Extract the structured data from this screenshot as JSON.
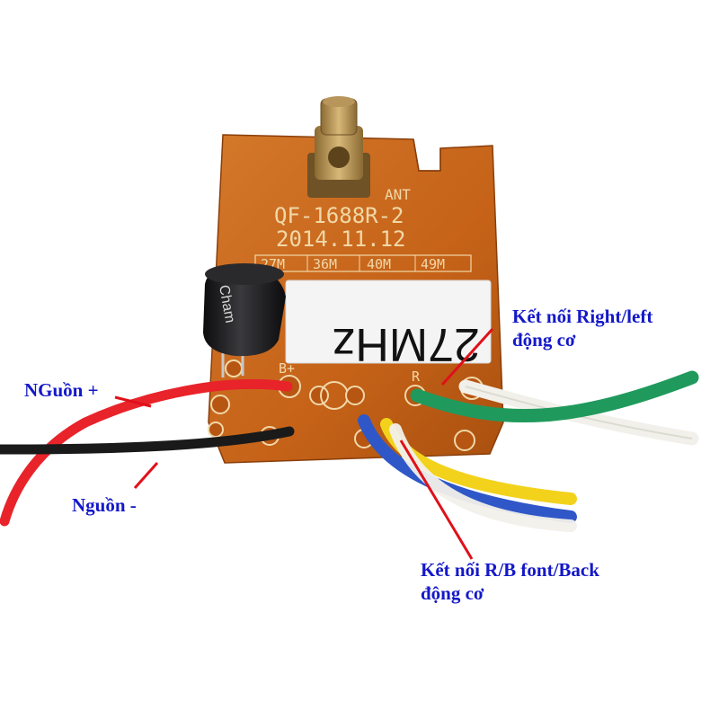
{
  "board": {
    "ant_label": "ANT",
    "model": "QF-1688R-2",
    "date": "2014.11.12",
    "freq_options": [
      "27M",
      "36M",
      "40M",
      "49M"
    ],
    "freq_sticker": "27MHz",
    "pad_b_plus": "B+",
    "pad_r": "R",
    "capacitor_brand": "Cham",
    "colors": {
      "pcb": "#c8661a",
      "pcb_dark": "#a9500f",
      "sticker": "#f4f4f4",
      "capacitor": "#1b1b1d"
    }
  },
  "wires": {
    "power_plus": "#e8232a",
    "power_minus": "#1a1a1a",
    "right_left_1": "#1f9a5c",
    "right_left_2": "#f2f0ea",
    "forward_back_1": "#2f57c8",
    "forward_back_2": "#f3d21c"
  },
  "labels": {
    "power_plus": "NGuồn +",
    "power_minus": "Nguồn -",
    "right_left_line1": "Kết nối Right/left",
    "right_left_line2": "động cơ",
    "forward_back_line1": "Kết nối R/B font/Back",
    "forward_back_line2": "động cơ",
    "text_color": "#1418c8",
    "arrow_color": "#e0101a"
  }
}
